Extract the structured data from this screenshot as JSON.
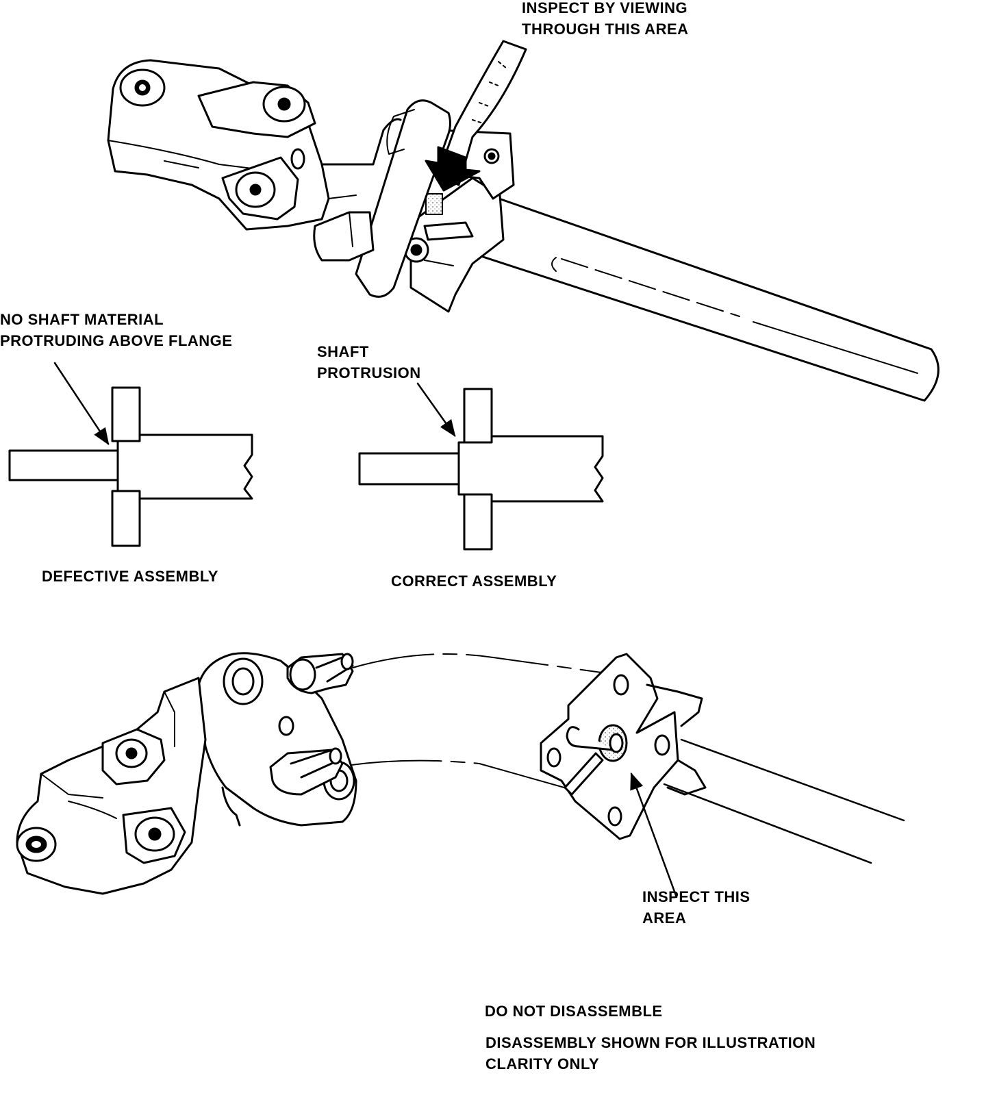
{
  "labels": {
    "inspect_viewing": [
      "INSPECT BY VIEWING",
      "THROUGH THIS AREA"
    ],
    "no_shaft": [
      "NO SHAFT MATERIAL",
      "PROTRUDING ABOVE FLANGE"
    ],
    "shaft_protrusion": [
      "SHAFT",
      "PROTRUSION"
    ],
    "defective": "DEFECTIVE ASSEMBLY",
    "correct": "CORRECT ASSEMBLY",
    "inspect_area": [
      "INSPECT THIS",
      "AREA"
    ],
    "do_not": "DO NOT DISASSEMBLE",
    "disassembly_note": [
      "DISASSEMBLY SHOWN FOR ILLUSTRATION",
      "CLARITY ONLY"
    ]
  }
}
